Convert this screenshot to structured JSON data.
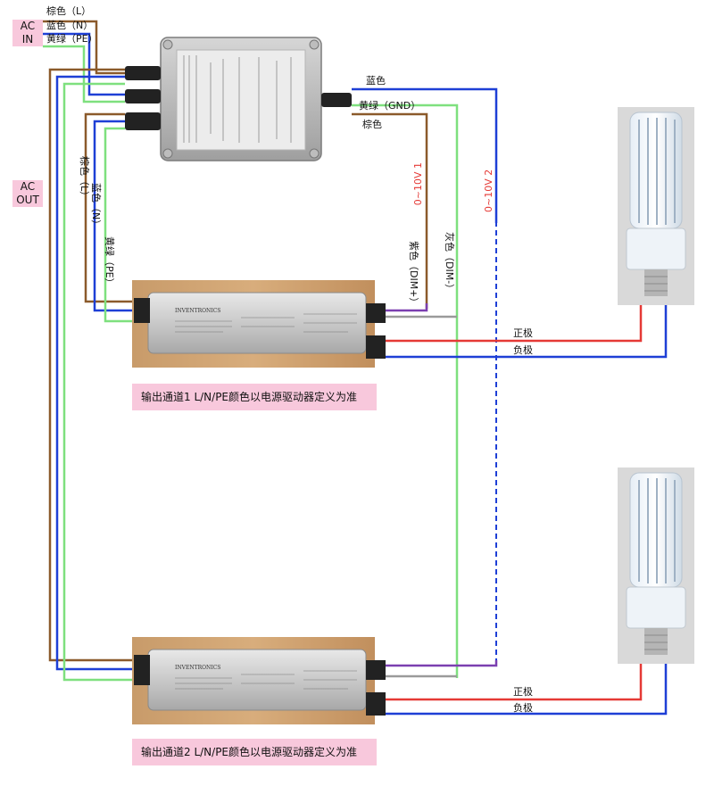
{
  "ac_in": "AC\nIN",
  "ac_out": "AC\nOUT",
  "input_wires": [
    {
      "label": "棕色（L）",
      "color": "#8b5a2b"
    },
    {
      "label": "蓝色（N）",
      "color": "#1e3fd6"
    },
    {
      "label": "黄绿（PE）",
      "color": "#7ee07e"
    }
  ],
  "output_wires_vertical": [
    "棕色（L）",
    "蓝色（N）",
    "黄绿（PE）"
  ],
  "controller_out_wires": [
    {
      "label": "蓝色",
      "color": "#1e3fd6"
    },
    {
      "label": "黄绿（GND）",
      "color": "#7ee07e"
    },
    {
      "label": "棕色",
      "color": "#8b5a2b"
    }
  ],
  "signals": {
    "dim1": "0~10V 1",
    "dim2": "0~10V 2",
    "dim_plus": "紫色（DIM+）",
    "dim_minus": "灰色（DIM-）"
  },
  "driver_brand": "INVENTRONICS",
  "polarity": {
    "positive": "正极",
    "negative": "负极"
  },
  "channels": [
    {
      "caption": "输出通道1   L/N/PE颜色以电源驱动器定义为准"
    },
    {
      "caption": "输出通道2   L/N/PE颜色以电源驱动器定义为准"
    }
  ],
  "colors": {
    "brown": "#8b5a2b",
    "blue": "#1e3fd6",
    "green": "#7ee07e",
    "red": "#e53935",
    "purple": "#7b3fb0",
    "grey": "#9a9a9a",
    "pink": "#f8c8dc"
  }
}
